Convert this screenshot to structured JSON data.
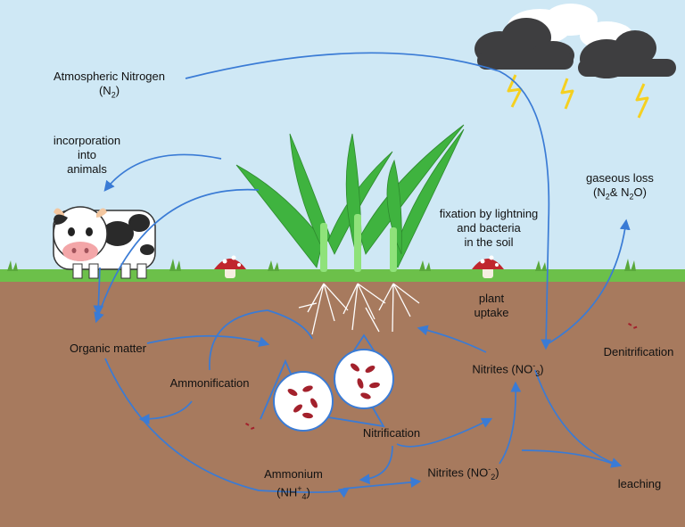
{
  "colors": {
    "sky": "#cfe8f5",
    "soil": "#a77a5e",
    "grass": "#6cc04a",
    "arrow": "#3a7bd5",
    "leaf": "#3fb33f",
    "cloud": "#3e3e40",
    "lightning": "#f5d020",
    "mushroom_cap": "#c0262d"
  },
  "labels": {
    "atmospheric_nitrogen": "Atmospheric Nitrogen",
    "atmospheric_formula": "N",
    "atmospheric_formula_sub": "2",
    "incorporation": [
      "incorporation",
      "into",
      "animals"
    ],
    "gaseous_loss": "gaseous loss",
    "gaseous_formula_a": "N",
    "gaseous_formula_a_sub": "2",
    "gaseous_formula_mid": "& N",
    "gaseous_formula_b_sub": "2",
    "gaseous_formula_end": "O",
    "fixation": [
      "fixation by lightning",
      "and bacteria",
      "in the soil"
    ],
    "plant_uptake": [
      "plant",
      "uptake"
    ],
    "organic_matter": "Organic matter",
    "ammonification": "Ammonification",
    "denitrification": "Denitrification",
    "nitrites_upper": "Nitrites (NO",
    "nitrites_upper_sub": "3",
    "nitrites_upper_sup": "-",
    "nitrification": "Nitrification",
    "nitrites_lower": "Nitrites (NO",
    "nitrites_lower_sub": "2",
    "nitrites_lower_sup": "-",
    "ammonium": "Ammonium",
    "ammonium_formula": "NH",
    "ammonium_sub": "4",
    "ammonium_sup": "+",
    "leaching": "leaching"
  }
}
